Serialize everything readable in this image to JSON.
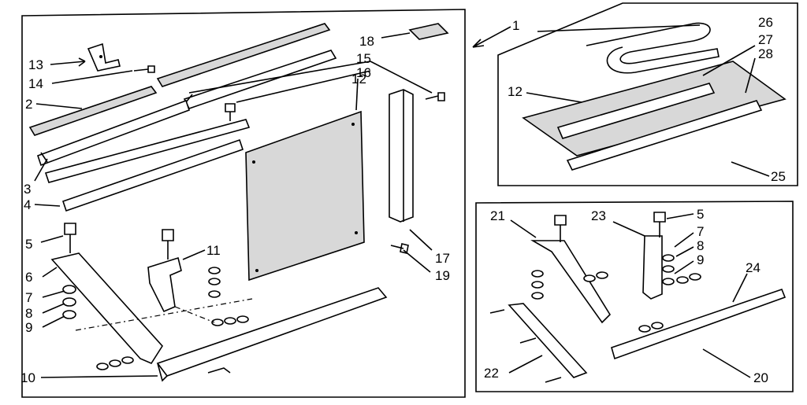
{
  "diagram": {
    "main_assembly_number": "1",
    "insets": [
      {
        "id": "filter-inset",
        "number": "25",
        "parts": [
          "26",
          "27",
          "28",
          "12"
        ]
      },
      {
        "id": "bracket-inset",
        "number": "20",
        "parts": [
          "21",
          "22",
          "23",
          "24",
          "5",
          "7",
          "8",
          "9"
        ]
      }
    ],
    "callouts": {
      "c1": "1",
      "c2": "2",
      "c3": "3",
      "c4": "4",
      "c5": "5",
      "c6": "6",
      "c7": "7",
      "c8": "8",
      "c9": "9",
      "c10": "10",
      "c11": "11",
      "c12": "12",
      "c13": "13",
      "c14": "14",
      "c15": "15",
      "c16": "16",
      "c17": "17",
      "c18": "18",
      "c19": "19",
      "c12b": "12",
      "c25": "25",
      "c26": "26",
      "c27": "27",
      "c28": "28",
      "c20": "20",
      "c21": "21",
      "c22": "22",
      "c23": "23",
      "c24": "24",
      "c5b": "5",
      "c7b": "7",
      "c8b": "8",
      "c9b": "9"
    },
    "colors": {
      "ink": "#000000",
      "paper": "#ffffff",
      "texture": "#d8d8d8"
    }
  }
}
